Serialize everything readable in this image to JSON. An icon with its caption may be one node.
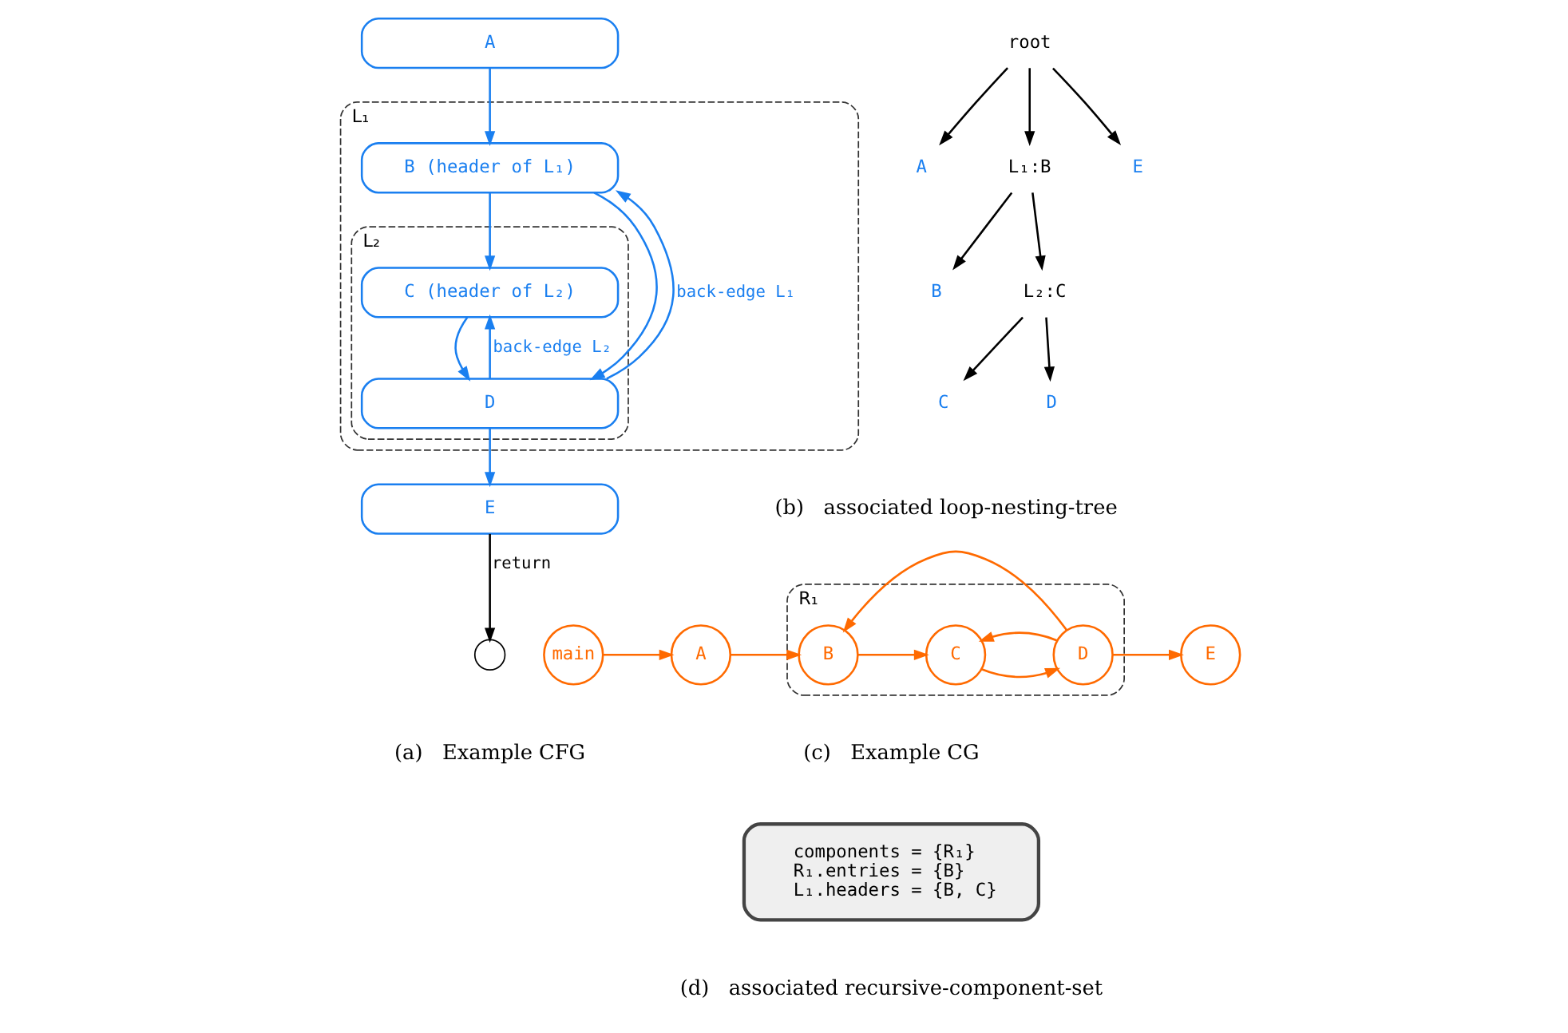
{
  "diagram": {
    "nodes": [
      {
        "text": [
          "A"
        ]
      },
      {
        "text": [
          "L₁"
        ]
      },
      {
        "text": [
          "B (header of L₁)"
        ],
        "in": 1
      },
      {
        "text": [
          "L₂"
        ],
        "in": 1
      },
      {
        "text": [
          "C (header of L₂)"
        ],
        "in": 3
      },
      {
        "text": [
          "D"
        ],
        "in": 3
      },
      {
        "text": [
          "E"
        ]
      },
      {
        "text": [],
        "shape": "circle"
      },
      {
        "text": [
          "root"
        ]
      },
      {
        "text": [
          "A"
        ]
      },
      {
        "text": [
          "L₁:B"
        ]
      },
      {
        "text": [
          "E"
        ]
      },
      {
        "text": [
          "B"
        ]
      },
      {
        "text": [
          "L₂:C"
        ]
      },
      {
        "text": [
          "C"
        ]
      },
      {
        "text": [
          "D"
        ]
      },
      {
        "text": [
          "main"
        ]
      },
      {
        "text": [
          "A"
        ]
      },
      {
        "text": [
          "R₁"
        ]
      },
      {
        "text": [
          "B"
        ],
        "in": 18
      },
      {
        "text": [
          "C"
        ],
        "in": 18
      },
      {
        "text": [
          "D"
        ],
        "in": 18
      },
      {
        "text": [
          "E"
        ]
      },
      {
        "text": [
          "components = {R₁}",
          "R₁.entries = {B}",
          "L₁.headers = {B, C}"
        ]
      }
    ],
    "edges": [
      {
        "from": 0,
        "to": 2,
        "arrow": "to",
        "color": "#1a7ff0"
      },
      {
        "from": 2,
        "to": 4,
        "arrow": "to",
        "color": "#1a7ff0"
      },
      {
        "from": 4,
        "to": 5,
        "arrow": "to",
        "color": "#1a7ff0"
      },
      {
        "from": 5,
        "to": 6,
        "arrow": "to",
        "color": "#1a7ff0"
      },
      {
        "from": 6,
        "to": 7,
        "arrow": "to",
        "label": "return",
        "color": "#000000"
      },
      {
        "from": 2,
        "to": 5,
        "arrow": "to",
        "color": "#1a7ff0"
      },
      {
        "from": 5,
        "to": 2,
        "arrow": "to",
        "label": "back-edge L₁",
        "color": "#1a7ff0"
      },
      {
        "from": 5,
        "to": 4,
        "arrow": "to",
        "label": "back-edge L₂",
        "color": "#1a7ff0"
      },
      {
        "from": 8,
        "to": 9,
        "arrow": "to",
        "color": "#000000"
      },
      {
        "from": 8,
        "to": 10,
        "arrow": "to",
        "color": "#000000"
      },
      {
        "from": 8,
        "to": 11,
        "arrow": "to",
        "color": "#000000"
      },
      {
        "from": 10,
        "to": 12,
        "arrow": "to",
        "color": "#000000"
      },
      {
        "from": 10,
        "to": 13,
        "arrow": "to",
        "color": "#000000"
      },
      {
        "from": 13,
        "to": 14,
        "arrow": "to",
        "color": "#000000"
      },
      {
        "from": 13,
        "to": 15,
        "arrow": "to",
        "color": "#000000"
      },
      {
        "from": 16,
        "to": 17,
        "arrow": "to",
        "color": "#ff6a00"
      },
      {
        "from": 17,
        "to": 19,
        "arrow": "to",
        "color": "#ff6a00"
      },
      {
        "from": 19,
        "to": 20,
        "arrow": "to",
        "color": "#ff6a00"
      },
      {
        "from": 20,
        "to": 21,
        "arrow": "to",
        "color": "#ff6a00"
      },
      {
        "from": 21,
        "to": 19,
        "arrow": "to",
        "color": "#ff6a00"
      },
      {
        "from": 21,
        "to": 20,
        "arrow": "to",
        "color": "#ff6a00"
      },
      {
        "from": 21,
        "to": 22,
        "arrow": "to",
        "color": "#ff6a00"
      }
    ],
    "labels": [
      "(a)   Example CFG",
      "(b)   associated loop-nesting-tree",
      "(c)   Example CG",
      "(d)   associated recursive-component-set"
    ]
  }
}
